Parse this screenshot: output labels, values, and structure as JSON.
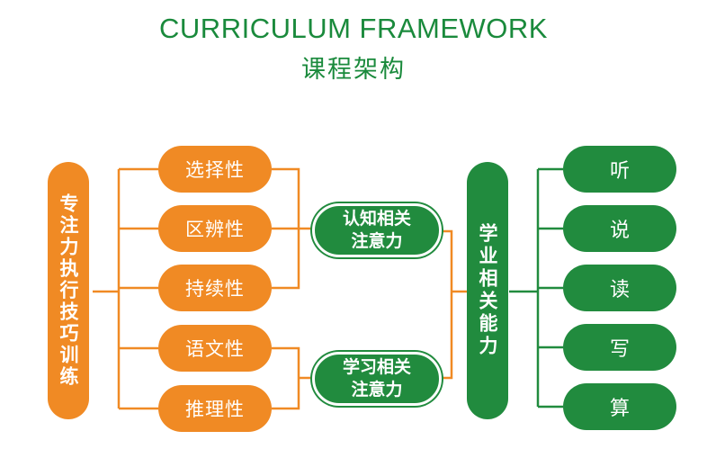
{
  "title_en": "CURRICULUM FRAMEWORK",
  "title_zh": "课程架构",
  "left_root": "专注力执行技巧训练",
  "skills": [
    "选择性",
    "区辨性",
    "持续性",
    "语文性",
    "推理性"
  ],
  "mid_nodes": [
    {
      "line1": "认知相关",
      "line2": "注意力"
    },
    {
      "line1": "学习相关",
      "line2": "注意力"
    }
  ],
  "right_root": "学业相关能力",
  "abilities": [
    "听",
    "说",
    "读",
    "写",
    "算"
  ],
  "colors": {
    "orange": "#f08a24",
    "green": "#218b3e",
    "line_orange": "#f08a24",
    "line_green": "#218b3e"
  }
}
